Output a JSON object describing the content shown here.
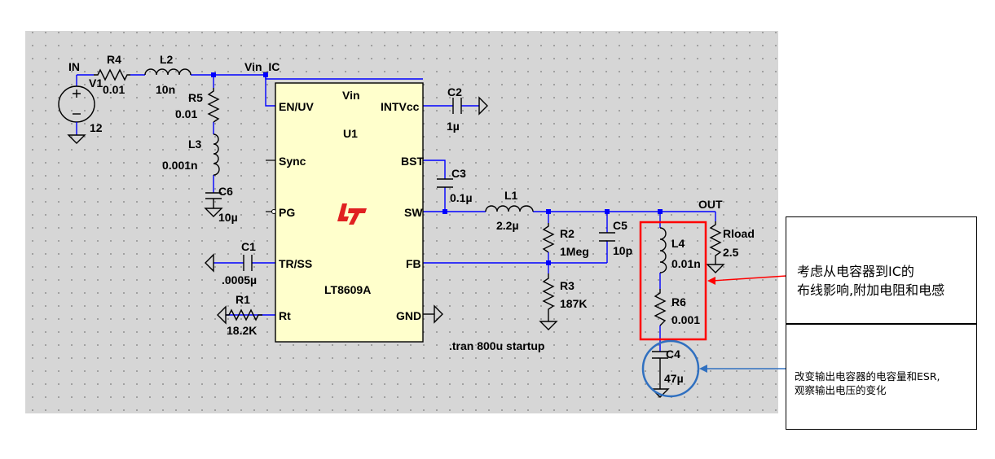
{
  "schematic": {
    "colors": {
      "sheet_bg": "#d6d6d6",
      "wire": "#0000ff",
      "component": "#000000",
      "ic_fill": "#ffffcc",
      "ic_logo": "#e02020",
      "callout_red": "#ff0000",
      "callout_blue": "#3070c0"
    },
    "components": {
      "r4": {
        "name": "R4",
        "value": "0.01"
      },
      "l2": {
        "name": "L2",
        "value": "10n"
      },
      "v1": {
        "name": "V1",
        "value": "12"
      },
      "r5": {
        "name": "R5",
        "value": "0.01"
      },
      "l3": {
        "name": "L3",
        "value": "0.001n"
      },
      "c6": {
        "name": "C6",
        "value": "10µ"
      },
      "c1": {
        "name": "C1",
        "value": ".0005µ"
      },
      "r1": {
        "name": "R1",
        "value": "18.2K"
      },
      "c2": {
        "name": "C2",
        "value": "1µ"
      },
      "c3": {
        "name": "C3",
        "value": "0.1µ"
      },
      "l1": {
        "name": "L1",
        "value": "2.2µ"
      },
      "r2": {
        "name": "R2",
        "value": "1Meg"
      },
      "c5": {
        "name": "C5",
        "value": "10p"
      },
      "r3": {
        "name": "R3",
        "value": "187K"
      },
      "l4": {
        "name": "L4",
        "value": "0.01n"
      },
      "r6": {
        "name": "R6",
        "value": "0.001"
      },
      "c4": {
        "name": "C4",
        "value": "47µ"
      },
      "rload": {
        "name": "Rload",
        "value": "2.5"
      }
    },
    "nets": {
      "in": "IN",
      "vin_ic": "Vin_IC",
      "out": "OUT"
    },
    "ic": {
      "ref": "U1",
      "part": "LT8609A",
      "pins": {
        "vin": "Vin",
        "en_uv": "EN/UV",
        "intvcc": "INTVcc",
        "sync": "Sync",
        "bst": "BST",
        "pg": "PG",
        "sw": "SW",
        "tr_ss": "TR/SS",
        "fb": "FB",
        "rt": "Rt",
        "gnd": "GND"
      }
    },
    "directive": ".tran 800u startup"
  },
  "annotations": {
    "note1": {
      "line1": "考虑从电容器到IC的",
      "line2": "布线影响,附加电阻和电感"
    },
    "note2": {
      "line1": "改变输出电容器的电容量和ESR,",
      "line2": "观察输出电压的变化"
    }
  }
}
